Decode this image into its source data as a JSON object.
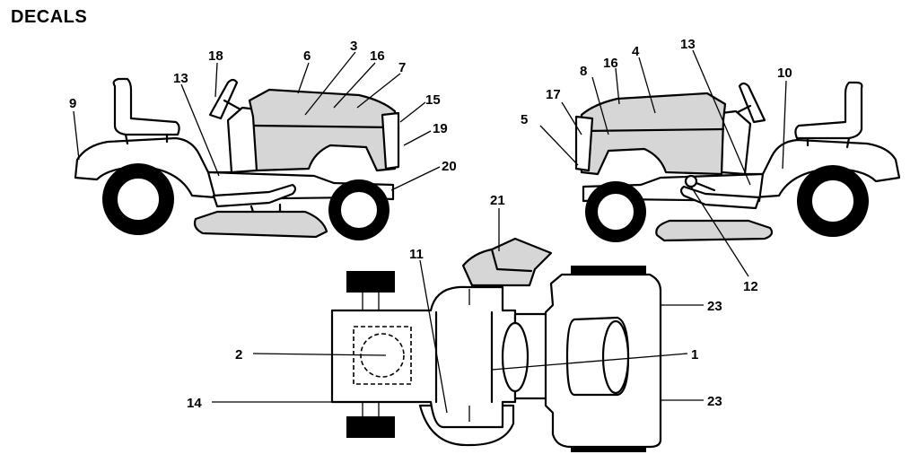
{
  "title": "DECALS",
  "callouts": {
    "left": [
      "9",
      "13",
      "18",
      "6",
      "3",
      "16",
      "7",
      "15",
      "19",
      "20"
    ],
    "right": [
      "5",
      "17",
      "8",
      "16",
      "4",
      "13",
      "10",
      "12"
    ],
    "top": [
      "21",
      "11",
      "2",
      "14",
      "1",
      "23",
      "23"
    ]
  }
}
